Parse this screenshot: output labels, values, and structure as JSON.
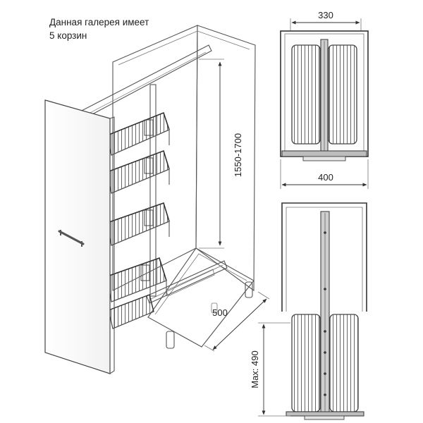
{
  "caption": {
    "line1": "Данная галерея имеет",
    "line2": "5 корзин"
  },
  "dimensions": {
    "height_label": "1550-1700",
    "depth_label": "500",
    "top_width_label": "330",
    "outer_width_label": "400",
    "max_extension_label": "Max: 490"
  }
}
